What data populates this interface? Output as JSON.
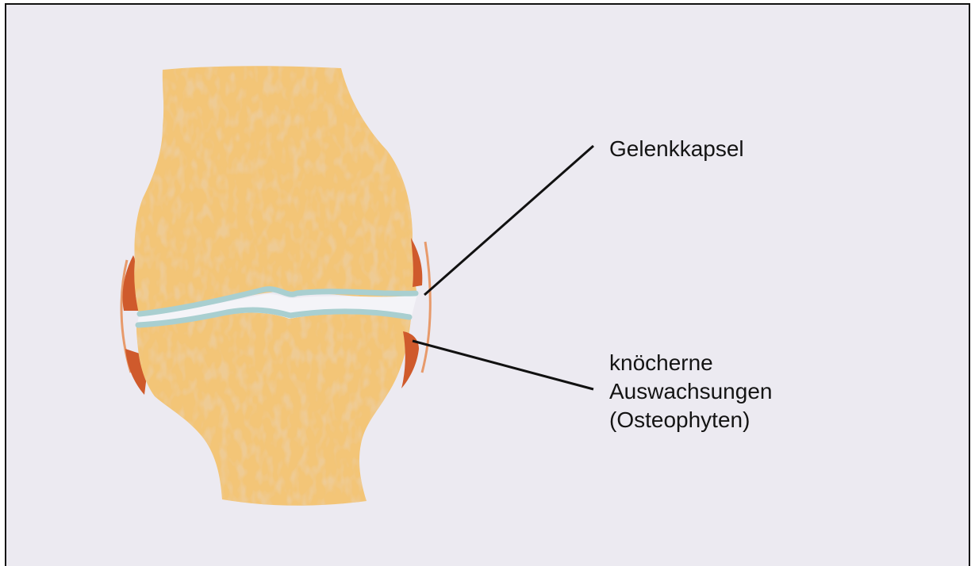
{
  "labels": {
    "capsule": "Gelenkkapsel",
    "osteophytes": [
      "knöcherne",
      "Auswachsungen",
      "(Osteophyten)"
    ]
  },
  "colors": {
    "background": "#eceaf1",
    "bone": "#f3c577",
    "bone_texture": "#e2a556",
    "osteophyte": "#cf5a2c",
    "cartilage": "#a9cfd0",
    "joint_space": "#f4f4f8",
    "leader_line": "#111111"
  }
}
